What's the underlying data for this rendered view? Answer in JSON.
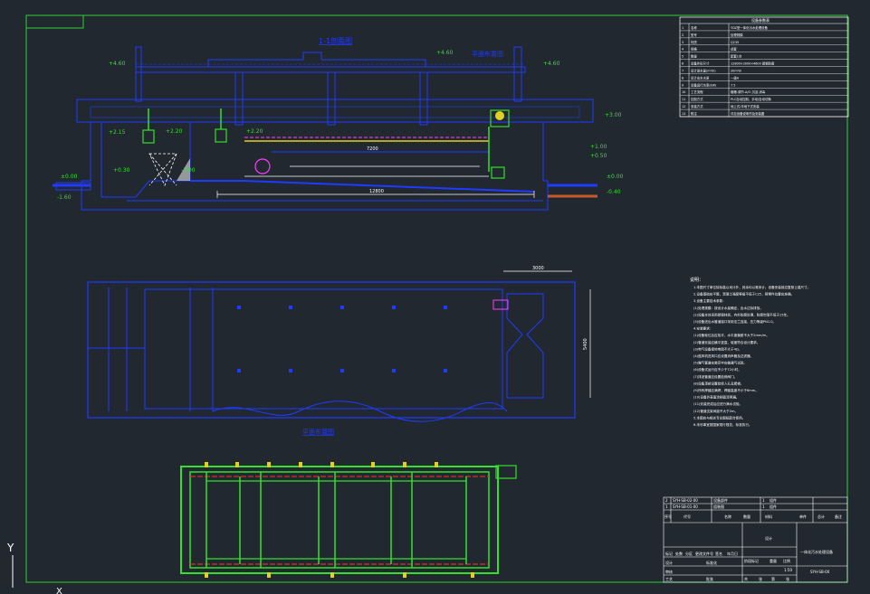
{
  "colors": {
    "background": "#212830",
    "frame": "#2fd12f",
    "structure": "#1f3bff",
    "piping": "#34e02c",
    "dimension": "#ffffff",
    "elevation": "#34e02c",
    "pipe_red": "#d0332e",
    "accent_magenta": "#ff3dff",
    "equipment_yellow": "#e0d020",
    "title_text": "#ffffff"
  },
  "elevations": {
    "left_top": "+4.60",
    "right_top": "+4.60",
    "mid_top": "+4.60",
    "left_mid": "+2.15",
    "mid_a": "+2.20",
    "mid_b": "+2.20",
    "right_mid": "+3.00",
    "right_low_a": "+1.00",
    "right_low_b": "+0.50",
    "left_low": "+0.30",
    "ground_left": "±0.00",
    "ground_right": "±0.00",
    "bottom_left": "-1.60",
    "bottom_right": "-0.40",
    "pit": "-1.00"
  },
  "dimensions": {
    "span_total": "12800",
    "inner": "7200",
    "plan_width": "3000",
    "plan_height": "5400",
    "scale_note": "1:50"
  },
  "section_title": "1-1剖面图",
  "plan_title": "平面布置图",
  "spec_table": {
    "header": "设备参数表",
    "rows": [
      [
        "1",
        "名称",
        "YDZ型一体化污水处理设备"
      ],
      [
        "2",
        "型号",
        "处理规模"
      ],
      [
        "3",
        "材质",
        "Q235"
      ],
      [
        "4",
        "规格",
        "成套"
      ],
      [
        "5",
        "数量",
        "配套1台"
      ],
      [
        "6",
        "设备外形尺寸",
        "12800×3000×4600 碳钢防腐"
      ],
      [
        "7",
        "设计进水量(m³/h)",
        "20m³/h"
      ],
      [
        "8",
        "设计出水水质",
        "一级A"
      ],
      [
        "9",
        "设备运行功率(kW)",
        "7.5"
      ],
      [
        "10",
        "工艺流程",
        "格栅-调节-A/O-沉淀-消毒"
      ],
      [
        "11",
        "控制方式",
        "PLC自动控制，手动/自动切换"
      ],
      [
        "12",
        "安装方式",
        "地上式/半地下式安装"
      ],
      [
        "13",
        "附注",
        "详见设备说明书及安装图"
      ]
    ]
  },
  "notes": {
    "heading": "说明：",
    "lines": [
      "1.本图尺寸单位除标高以米计外，其余均以毫米计。设备安装前应复核土建尺寸。",
      "2.设备基础应平整，混凝土强度等级不低于C25，预埋件位置应准确。",
      "3.设备主要技术参数：",
      " (1)处理规模：按设计水量确定，出水达标排放。",
      " (2)设备本体采用碳钢材质，内外防腐处理，防腐年限不低于15年。",
      " (3)设备进出水管道接口采用法兰连接，压力等级PN1.0。",
      "4.安装要求：",
      " (1)设备就位后应找平，水平度偏差不大于2mm/m。",
      " (2)管道安装应横平竖直，坡度符合设计要求。",
      " (3)电气设备接地电阻不大于4Ω。",
      " (4)鼓风机进风口应设置消声器及过滤器。",
      " (5)曝气管道安装完毕应做通气试验。",
      " (6)设备试运行应不少于72小时。",
      " (7)排泥管道应设置检修阀门。",
      " (8)设备顶部设置检修人孔及爬梯。",
      " (9)所有焊缝应满焊，焊缝高度不小于6mm。",
      " (10)设备外表面涂刷面漆两遍。",
      " (11)安装完成后应进行满水试验。",
      " (12)管道支架间距不大于2m。",
      "5.本图应与相关专业图纸配合使用。",
      "6.未尽事宜按国家现行规范、标准执行。"
    ]
  },
  "title_block": {
    "rev_rows": [
      [
        "2",
        "SYH-SB-02-00",
        "设备部件",
        "1",
        "组件"
      ],
      [
        "1",
        "SYH-SB-01-00",
        "组装图",
        "1",
        "组件"
      ]
    ],
    "rev_headers": [
      "序号",
      "代号",
      "名称",
      "数量",
      "材料",
      "单件",
      "总计",
      "备注"
    ],
    "weight_headers": [
      "重量"
    ],
    "sign_labels": [
      "标记",
      "处数",
      "分区",
      "更改文件号",
      "签名",
      "年月日"
    ],
    "role_labels": [
      "设计",
      "标准化",
      "审核",
      "工艺",
      "批准"
    ],
    "stage_labels": [
      "阶段标记",
      "重量",
      "比例"
    ],
    "scale": "1:50",
    "sheet_labels": [
      "共",
      "张",
      "第",
      "张"
    ],
    "drawing_title": "一体化污水处理设备",
    "drawing_number": "SYH-SB-00",
    "company": "设计"
  },
  "axis_label": "Y",
  "corner_mark": "X"
}
